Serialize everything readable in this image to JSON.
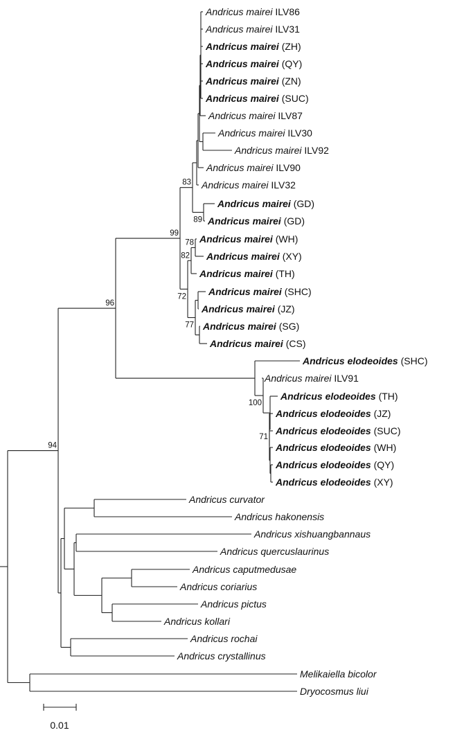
{
  "scale_bar": {
    "label": "0.01"
  },
  "support_values": [
    {
      "id": "s83",
      "value": "83"
    },
    {
      "id": "s89",
      "value": "89"
    },
    {
      "id": "s99",
      "value": "99"
    },
    {
      "id": "s78",
      "value": "78"
    },
    {
      "id": "s82",
      "value": "82"
    },
    {
      "id": "s72",
      "value": "72"
    },
    {
      "id": "s77",
      "value": "77"
    },
    {
      "id": "s96",
      "value": "96"
    },
    {
      "id": "s100",
      "value": "100"
    },
    {
      "id": "s71",
      "value": "71"
    },
    {
      "id": "s94",
      "value": "94"
    }
  ],
  "taxa": [
    {
      "id": "t1",
      "genus": "Andricus",
      "species": "mairei",
      "suffix": "ILV86",
      "bold": false
    },
    {
      "id": "t2",
      "genus": "Andricus",
      "species": "mairei",
      "suffix": "ILV31",
      "bold": false
    },
    {
      "id": "t3",
      "genus": "Andricus",
      "species": "mairei",
      "suffix": "(ZH)",
      "bold": true
    },
    {
      "id": "t4",
      "genus": "Andricus",
      "species": "mairei",
      "suffix": "(QY)",
      "bold": true
    },
    {
      "id": "t5",
      "genus": "Andricus",
      "species": "mairei",
      "suffix": "(ZN)",
      "bold": true
    },
    {
      "id": "t6",
      "genus": "Andricus",
      "species": "mairei",
      "suffix": "(SUC)",
      "bold": true
    },
    {
      "id": "t7",
      "genus": "Andricus",
      "species": "mairei",
      "suffix": "ILV87",
      "bold": false
    },
    {
      "id": "t8",
      "genus": "Andricus",
      "species": "mairei",
      "suffix": "ILV30",
      "bold": false
    },
    {
      "id": "t9",
      "genus": "Andricus",
      "species": "mairei",
      "suffix": "ILV92",
      "bold": false
    },
    {
      "id": "t10",
      "genus": "Andricus",
      "species": "mairei",
      "suffix": "ILV90",
      "bold": false
    },
    {
      "id": "t11",
      "genus": "Andricus",
      "species": "mairei",
      "suffix": "ILV32",
      "bold": false
    },
    {
      "id": "t12",
      "genus": "Andricus",
      "species": "mairei",
      "suffix": "(GD)",
      "bold": true
    },
    {
      "id": "t13",
      "genus": "Andricus",
      "species": "mairei",
      "suffix": "(GD)",
      "bold": true
    },
    {
      "id": "t14",
      "genus": "Andricus",
      "species": "mairei",
      "suffix": "(WH)",
      "bold": true
    },
    {
      "id": "t15",
      "genus": "Andricus",
      "species": "mairei",
      "suffix": "(XY)",
      "bold": true
    },
    {
      "id": "t16",
      "genus": "Andricus",
      "species": "mairei",
      "suffix": "(TH)",
      "bold": true
    },
    {
      "id": "t17",
      "genus": "Andricus",
      "species": "mairei",
      "suffix": "(SHC)",
      "bold": true
    },
    {
      "id": "t18",
      "genus": "Andricus",
      "species": "mairei",
      "suffix": "(JZ)",
      "bold": true
    },
    {
      "id": "t19",
      "genus": "Andricus",
      "species": "mairei",
      "suffix": "(SG)",
      "bold": true
    },
    {
      "id": "t20",
      "genus": "Andricus",
      "species": "mairei",
      "suffix": "(CS)",
      "bold": true
    },
    {
      "id": "t21",
      "genus": "Andricus",
      "species": "elodeoides",
      "suffix": "(SHC)",
      "bold": true
    },
    {
      "id": "t22",
      "genus": "Andricus",
      "species": "mairei",
      "suffix": "ILV91",
      "bold": false
    },
    {
      "id": "t23",
      "genus": "Andricus",
      "species": "elodeoides",
      "suffix": "(TH)",
      "bold": true
    },
    {
      "id": "t24",
      "genus": "Andricus",
      "species": "elodeoides",
      "suffix": "(JZ)",
      "bold": true
    },
    {
      "id": "t25",
      "genus": "Andricus",
      "species": "elodeoides",
      "suffix": "(SUC)",
      "bold": true
    },
    {
      "id": "t26",
      "genus": "Andricus",
      "species": "elodeoides",
      "suffix": "(WH)",
      "bold": true
    },
    {
      "id": "t27",
      "genus": "Andricus",
      "species": "elodeoides",
      "suffix": "(QY)",
      "bold": true
    },
    {
      "id": "t28",
      "genus": "Andricus",
      "species": "elodeoides",
      "suffix": "(XY)",
      "bold": true
    },
    {
      "id": "t29",
      "genus": "Andricus",
      "species": "curvator",
      "suffix": "",
      "bold": false
    },
    {
      "id": "t30",
      "genus": "Andricus",
      "species": "hakonensis",
      "suffix": "",
      "bold": false
    },
    {
      "id": "t31",
      "genus": "Andricus",
      "species": "xishuangbannaus",
      "suffix": "",
      "bold": false
    },
    {
      "id": "t32",
      "genus": "Andricus",
      "species": "quercuslaurinus",
      "suffix": "",
      "bold": false
    },
    {
      "id": "t33",
      "genus": "Andricus",
      "species": "caputmedusae",
      "suffix": "",
      "bold": false
    },
    {
      "id": "t34",
      "genus": "Andricus",
      "species": "coriarius",
      "suffix": "",
      "bold": false
    },
    {
      "id": "t35",
      "genus": "Andricus",
      "species": "pictus",
      "suffix": "",
      "bold": false
    },
    {
      "id": "t36",
      "genus": "Andricus",
      "species": "kollari",
      "suffix": "",
      "bold": false
    },
    {
      "id": "t37",
      "genus": "Andricus",
      "species": "rochai",
      "suffix": "",
      "bold": false
    },
    {
      "id": "t38",
      "genus": "Andricus",
      "species": "crystallinus",
      "suffix": "",
      "bold": false
    },
    {
      "id": "t39",
      "genus": "Melikaiella",
      "species": "bicolor",
      "suffix": "",
      "bold": false
    },
    {
      "id": "t40",
      "genus": "Dryocosmus",
      "species": "liui",
      "suffix": "",
      "bold": false
    }
  ]
}
